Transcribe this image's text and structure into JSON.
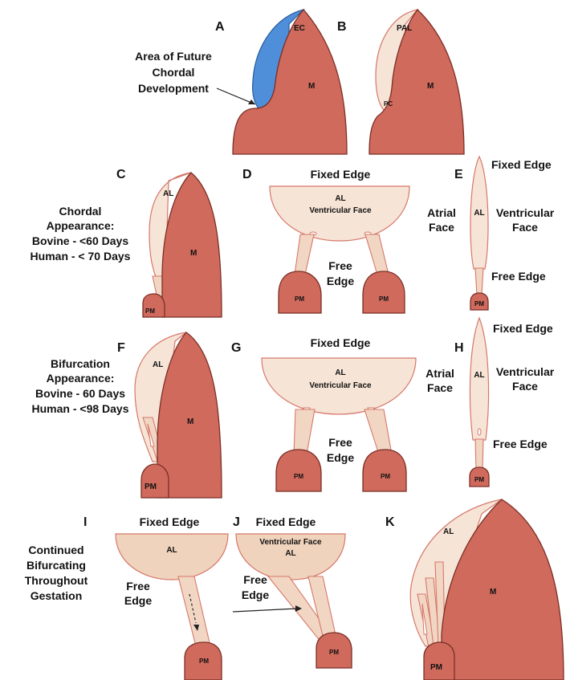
{
  "panels": {
    "A": "A",
    "B": "B",
    "C": "C",
    "D": "D",
    "E": "E",
    "F": "F",
    "G": "G",
    "H": "H",
    "I": "I",
    "J": "J",
    "K": "K"
  },
  "labels": {
    "ec": "EC",
    "pal": "PAL",
    "pc": "PC",
    "m": "M",
    "al": "AL",
    "pm": "PM",
    "fixed_edge": "Fixed Edge",
    "free_edge": "Free Edge",
    "free": "Free",
    "edge": "Edge",
    "ventricular_face": "Ventricular Face",
    "ventricular": "Ventricular",
    "face": "Face",
    "atrial": "Atrial"
  },
  "annotations": {
    "area_future": [
      "Area of Future",
      "Chordal",
      "Development"
    ],
    "chordal_appearance": [
      "Chordal",
      "Appearance:",
      "Bovine - <60 Days",
      "Human - < 70 Days"
    ],
    "bifurcation_appearance": [
      "Bifurcation",
      "Appearance:",
      "Bovine - 60 Days",
      "Human - <98 Days"
    ],
    "continued": [
      "Continued",
      "Bifurcating",
      "Throughout",
      "Gestation"
    ]
  },
  "colors": {
    "muscle": "#cf6a5c",
    "leaflet": "#f6e4d6",
    "endocardial_cushion": "#4f8ed8"
  }
}
